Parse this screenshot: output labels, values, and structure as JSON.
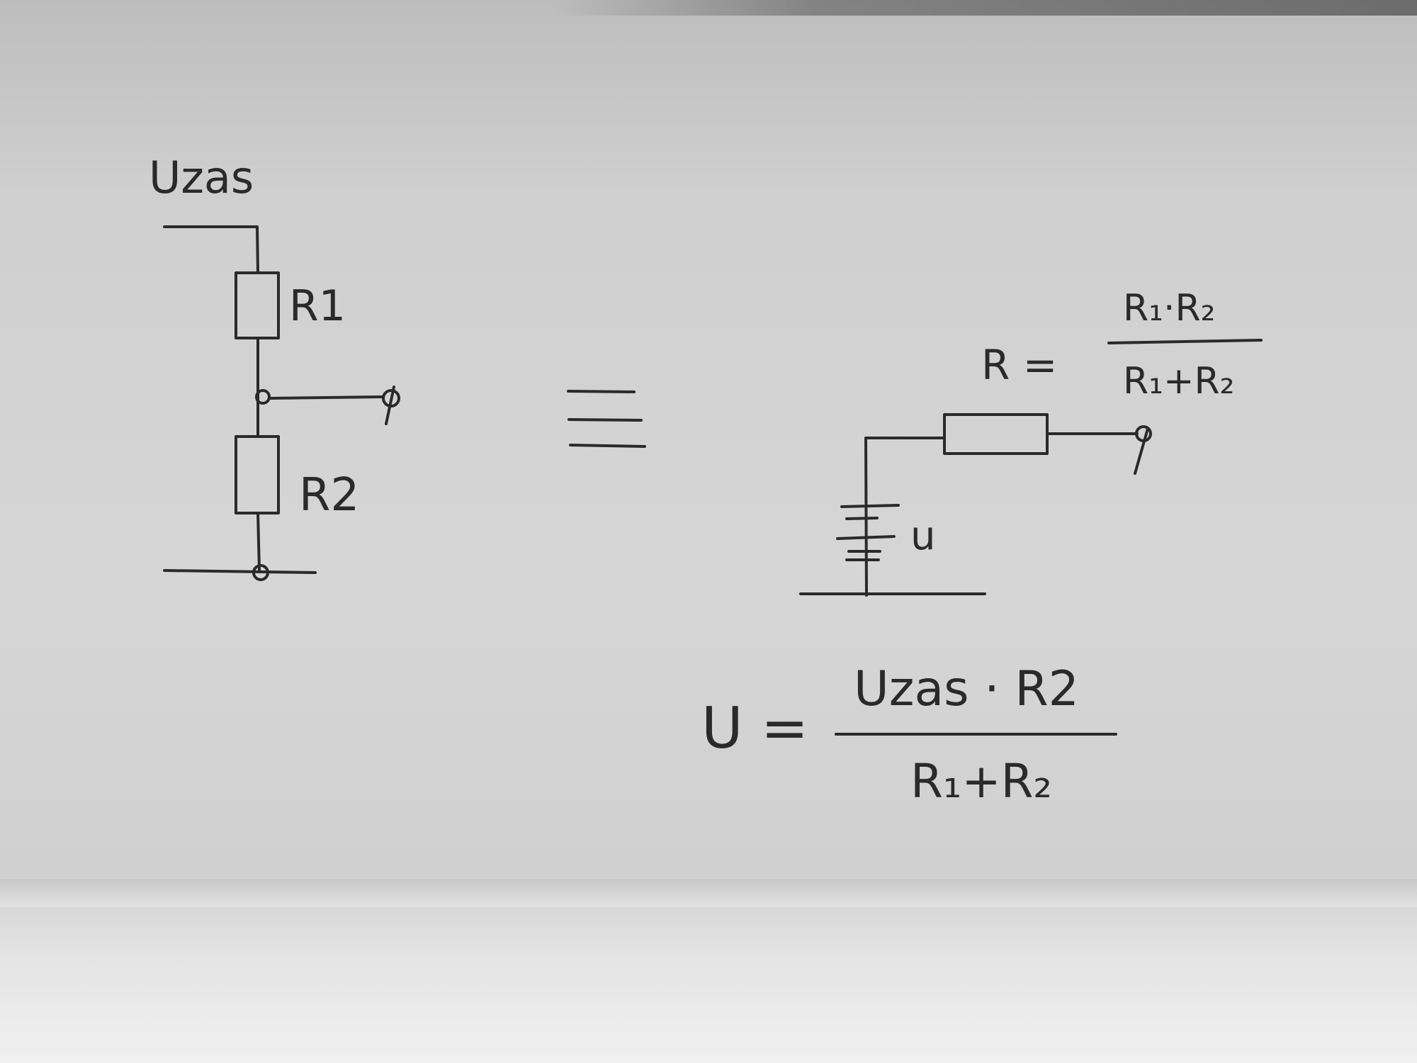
{
  "left_circuit": {
    "supply_label": "Uzas",
    "r1_label": "R1",
    "r2_label": "R2"
  },
  "equivalence_symbol": "≡",
  "right_circuit": {
    "source_label": "u",
    "resistance_formula": {
      "lhs": "R =",
      "numerator": "R₁·R₂",
      "denominator": "R₁+R₂"
    }
  },
  "voltage_formula": {
    "lhs": "U =",
    "numerator": "Uzas · R2",
    "denominator": "R₁+R₂"
  }
}
